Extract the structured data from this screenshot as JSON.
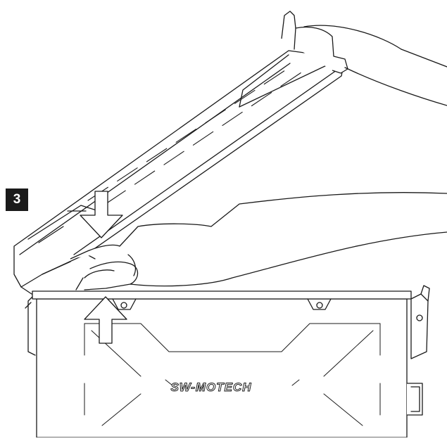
{
  "step": {
    "number": "3"
  },
  "case": {
    "brand_text": "SW-MOTECH"
  },
  "arrows": [
    {
      "name": "press-down-arrow",
      "direction": "down"
    },
    {
      "name": "lift-up-arrow",
      "direction": "up"
    }
  ],
  "colors": {
    "line": "#1a1a1a",
    "background": "#ffffff",
    "badge": "#1a1a1a"
  }
}
